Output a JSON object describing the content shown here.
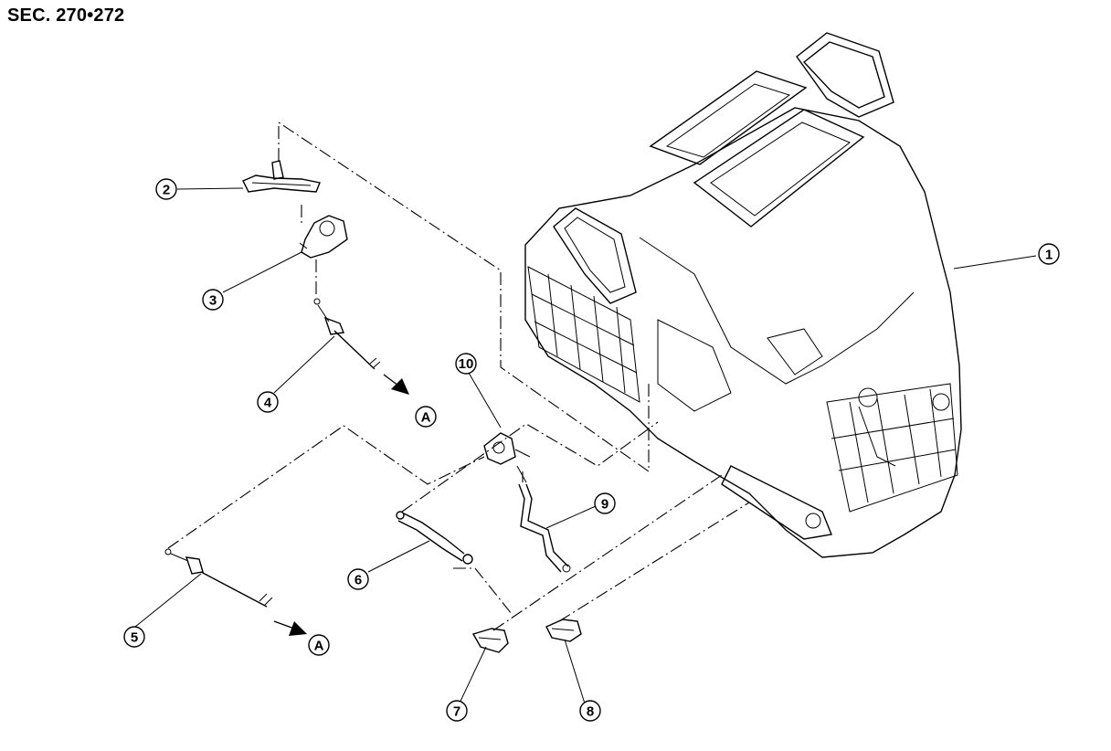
{
  "section": "SEC. 270•272",
  "callouts": [
    {
      "id": "1",
      "label": "1"
    },
    {
      "id": "2",
      "label": "2"
    },
    {
      "id": "3",
      "label": "3"
    },
    {
      "id": "4",
      "label": "4"
    },
    {
      "id": "5",
      "label": "5"
    },
    {
      "id": "6",
      "label": "6"
    },
    {
      "id": "7",
      "label": "7"
    },
    {
      "id": "8",
      "label": "8"
    },
    {
      "id": "9",
      "label": "9"
    },
    {
      "id": "10",
      "label": "10"
    }
  ],
  "reference_marks": [
    {
      "label": "A"
    },
    {
      "label": "A"
    }
  ]
}
